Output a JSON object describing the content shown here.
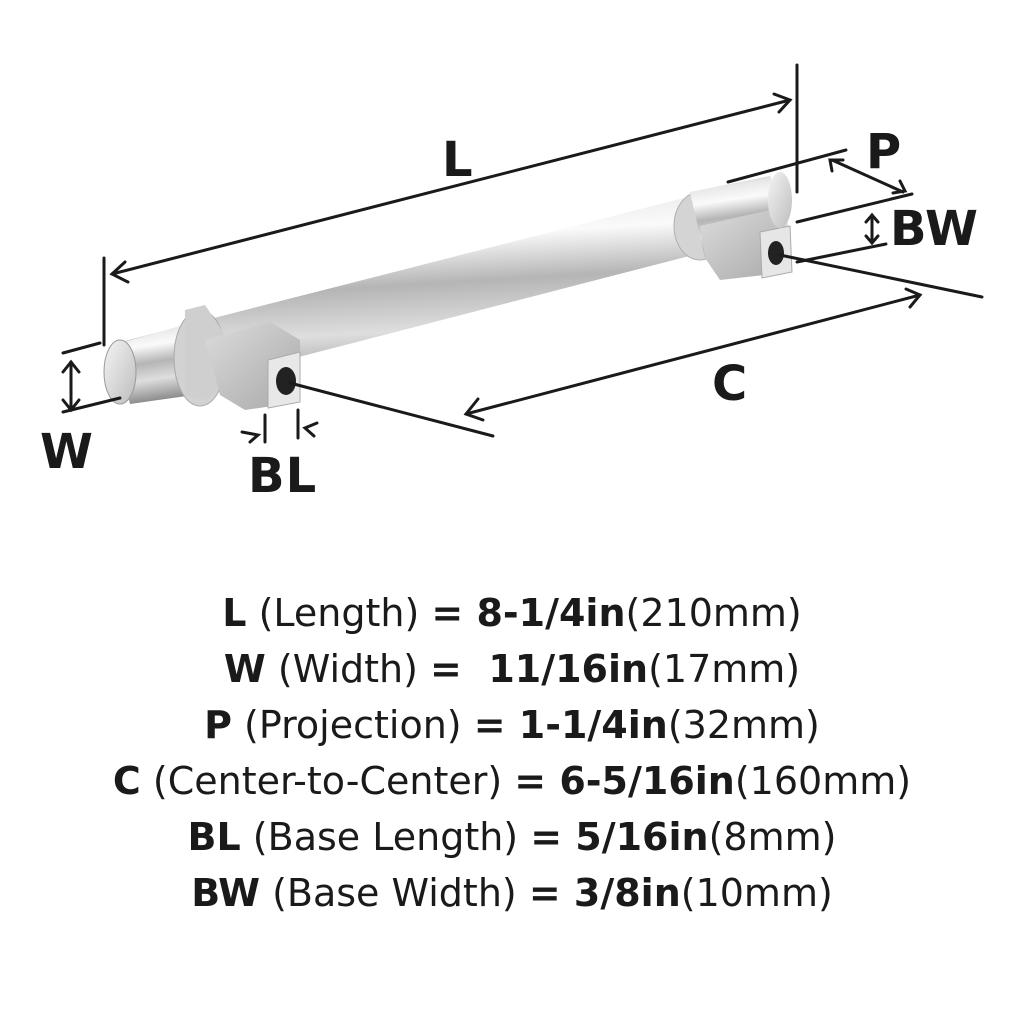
{
  "diagram": {
    "title": "Bar pull dimension drawing",
    "labels": {
      "L": "L",
      "W": "W",
      "P": "P",
      "BW": "BW",
      "C": "C",
      "BL": "BL"
    },
    "colors": {
      "line": "#1a1a1a",
      "metal_light": "#f2f2f2",
      "metal_mid": "#c9c9c9",
      "metal_dark": "#8a8a8a",
      "hole": "#222222"
    }
  },
  "specs": [
    {
      "key": "L",
      "desc": " (Length) ",
      "eq": "= ",
      "imperial": "8-1/4in",
      "metric": "(210mm)"
    },
    {
      "key": "W",
      "desc": " (Width) ",
      "eq": "=  ",
      "imperial": "11/16in",
      "metric": "(17mm)"
    },
    {
      "key": "P",
      "desc": " (Projection) ",
      "eq": "= ",
      "imperial": "1-1/4in",
      "metric": "(32mm)"
    },
    {
      "key": "C",
      "desc": " (Center-to-Center) ",
      "eq": "= ",
      "imperial": "6-5/16in",
      "metric": "(160mm)"
    },
    {
      "key": "BL",
      "desc": " (Base Length) ",
      "eq": "= ",
      "imperial": "5/16in",
      "metric": "(8mm)"
    },
    {
      "key": "BW",
      "desc": " (Base Width) ",
      "eq": "= ",
      "imperial": "3/8in",
      "metric": "(10mm)"
    }
  ]
}
